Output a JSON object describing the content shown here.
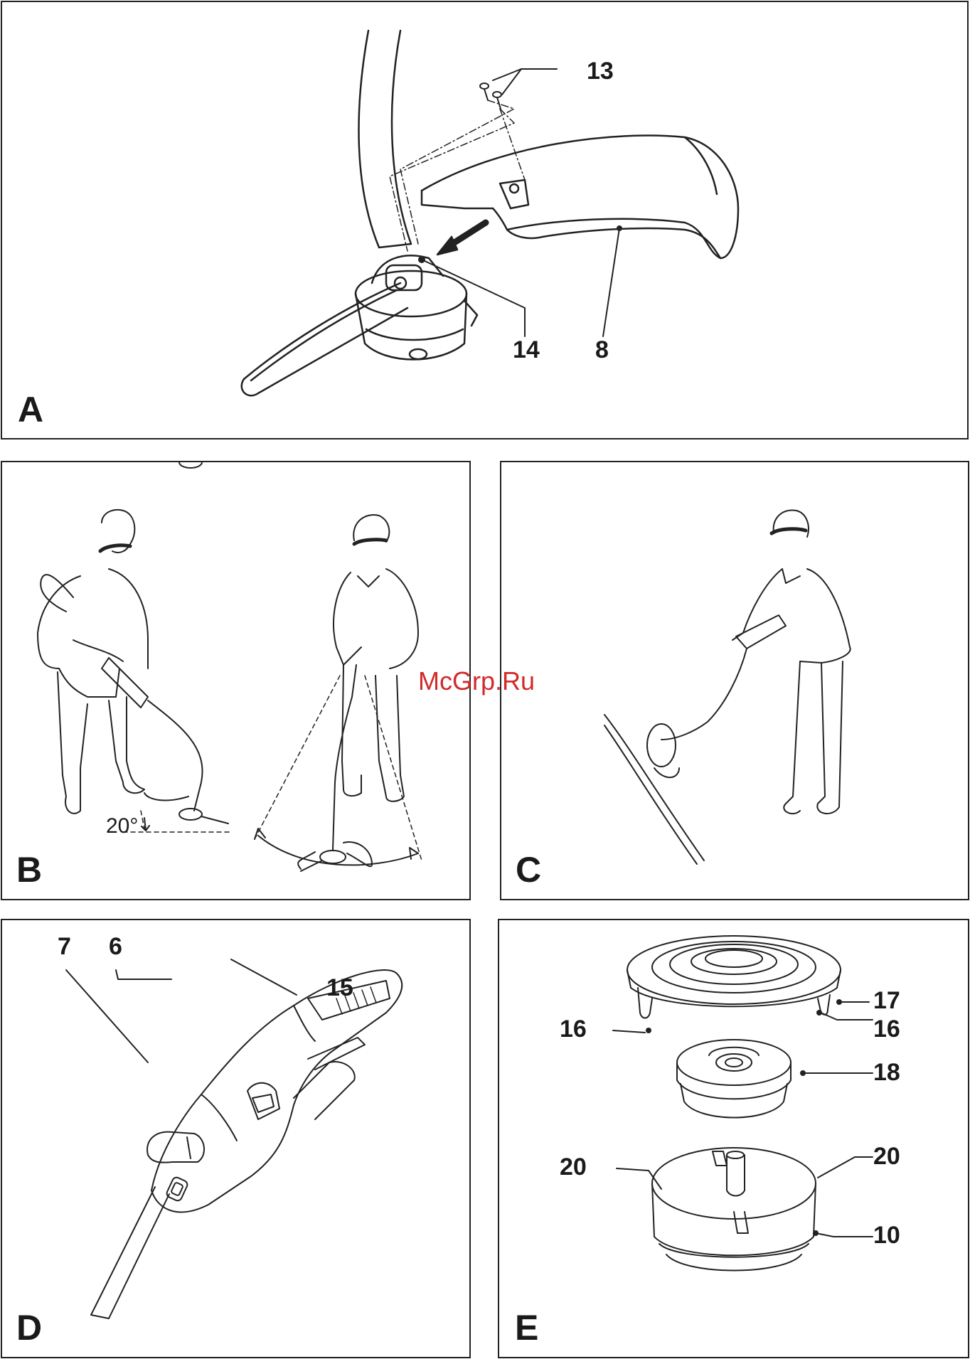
{
  "panels": {
    "a": {
      "letter": "A",
      "labels": {
        "screws": "13",
        "mount": "14",
        "guard": "8"
      }
    },
    "b": {
      "letter": "B",
      "angle": "20°"
    },
    "c": {
      "letter": "C"
    },
    "d": {
      "letter": "D",
      "labels": {
        "tube": "7",
        "switch": "6",
        "handle": "15"
      }
    },
    "e": {
      "letter": "E",
      "labels": {
        "cover": "17",
        "clip_left": "16",
        "clip_right": "16",
        "spool": "18",
        "slot_left": "20",
        "slot_right": "20",
        "housing": "10"
      }
    }
  },
  "watermark": "McGrp.Ru"
}
